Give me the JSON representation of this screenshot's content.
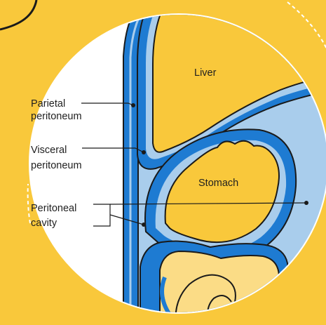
{
  "labels": {
    "liver": "Liver",
    "stomach": "Stomach",
    "parietal_line1": "Parietal",
    "parietal_line2": "peritoneum",
    "visceral_line1": "Visceral",
    "visceral_line2": "peritoneum",
    "cavity_line1": "Peritoneal",
    "cavity_line2": "cavity"
  },
  "colors": {
    "background": "#f9c83b",
    "circle_fill": "#ffffff",
    "organ_yellow": "#f9c83b",
    "intestine_yellow": "#fbdc86",
    "membrane_blue": "#1e7bd2",
    "cavity_blue": "#a9cdec",
    "outline": "#1a1a1a"
  }
}
